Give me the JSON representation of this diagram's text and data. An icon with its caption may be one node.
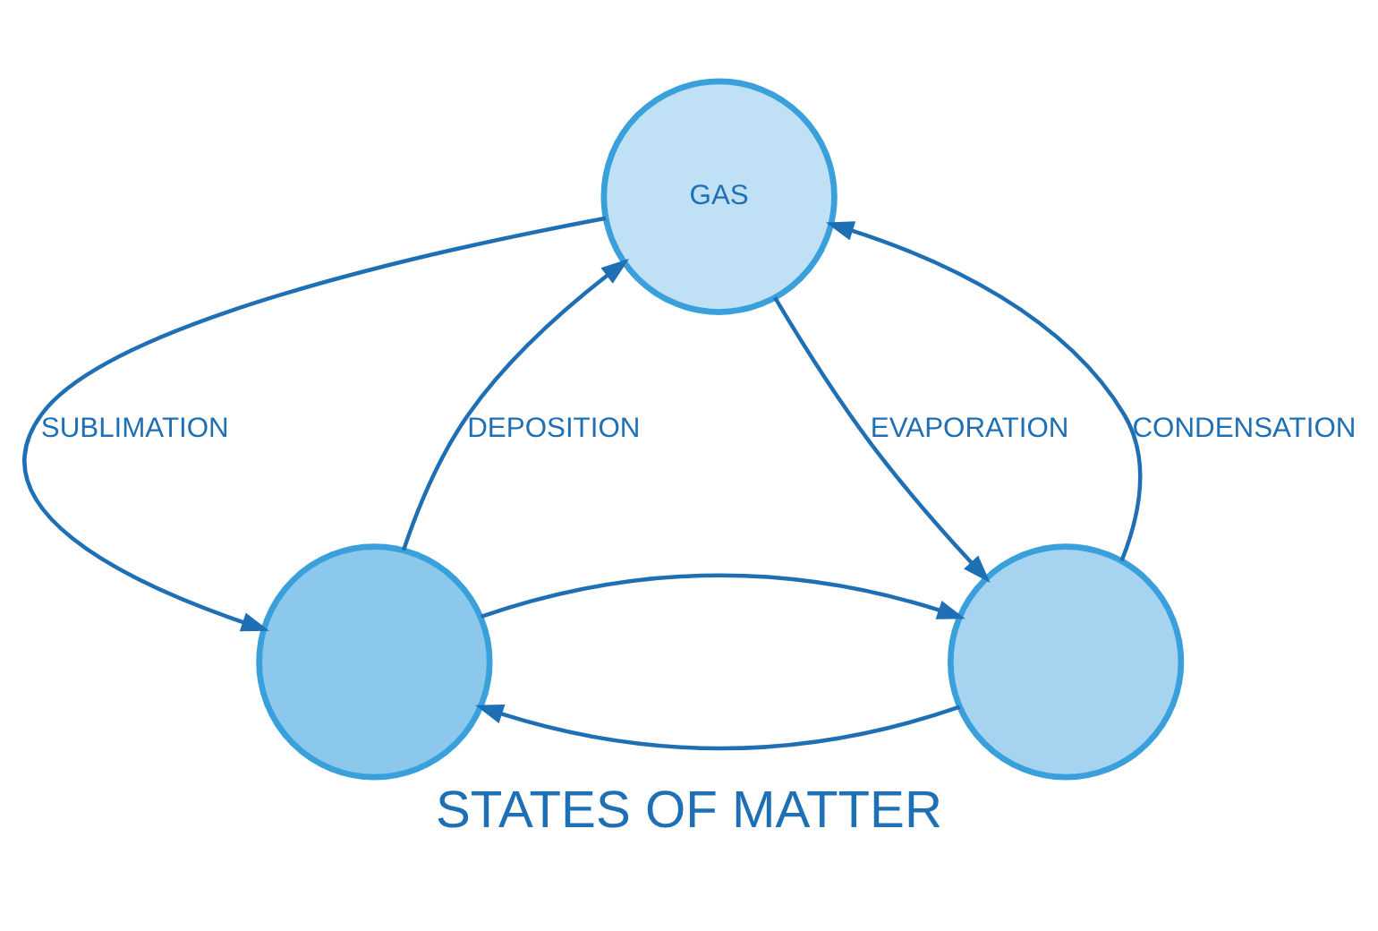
{
  "diagram": {
    "title": "STATES OF MATTER",
    "nodes": [
      {
        "text": [
          "GAS"
        ]
      },
      {
        "text": [],
        "shape": "circle"
      },
      {
        "text": [],
        "shape": "circle"
      }
    ],
    "edges": [
      {
        "from": 0,
        "to": 1,
        "arrow": "to",
        "label": "SUBLIMATION"
      },
      {
        "from": 1,
        "to": 0,
        "arrow": "to",
        "label": "DEPOSITION"
      },
      {
        "from": 2,
        "to": 0,
        "arrow": "to",
        "label": "CONDENSATION"
      },
      {
        "from": 0,
        "to": 2,
        "arrow": "to",
        "label": "EVAPORATION"
      },
      {
        "from": 2,
        "to": 1,
        "arrow": "to"
      },
      {
        "from": 1,
        "to": 2,
        "arrow": "to"
      }
    ]
  }
}
